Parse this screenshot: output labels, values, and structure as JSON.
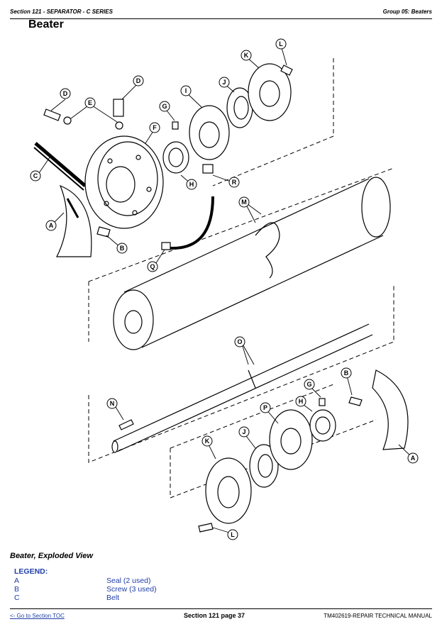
{
  "header": {
    "left": "Section 121 - SEPARATOR - C SERIES",
    "right": "Group 05: Beaters"
  },
  "page_title": "Beater",
  "figure": {
    "callouts": [
      "A",
      "B",
      "C",
      "D",
      "E",
      "F",
      "G",
      "H",
      "I",
      "J",
      "K",
      "L",
      "M",
      "N",
      "O",
      "P",
      "Q",
      "R"
    ]
  },
  "caption": "Beater, Exploded View",
  "legend": {
    "heading": "LEGEND:",
    "items": [
      {
        "key": "A",
        "value": "Seal (2 used)"
      },
      {
        "key": "B",
        "value": "Screw (3 used)"
      },
      {
        "key": "C",
        "value": "Belt"
      }
    ]
  },
  "footer": {
    "toc_link": "<- Go to Section TOC",
    "page": "Section 121 page 37",
    "manual": "TM402619-REPAIR TECHNICAL MANUAL"
  }
}
